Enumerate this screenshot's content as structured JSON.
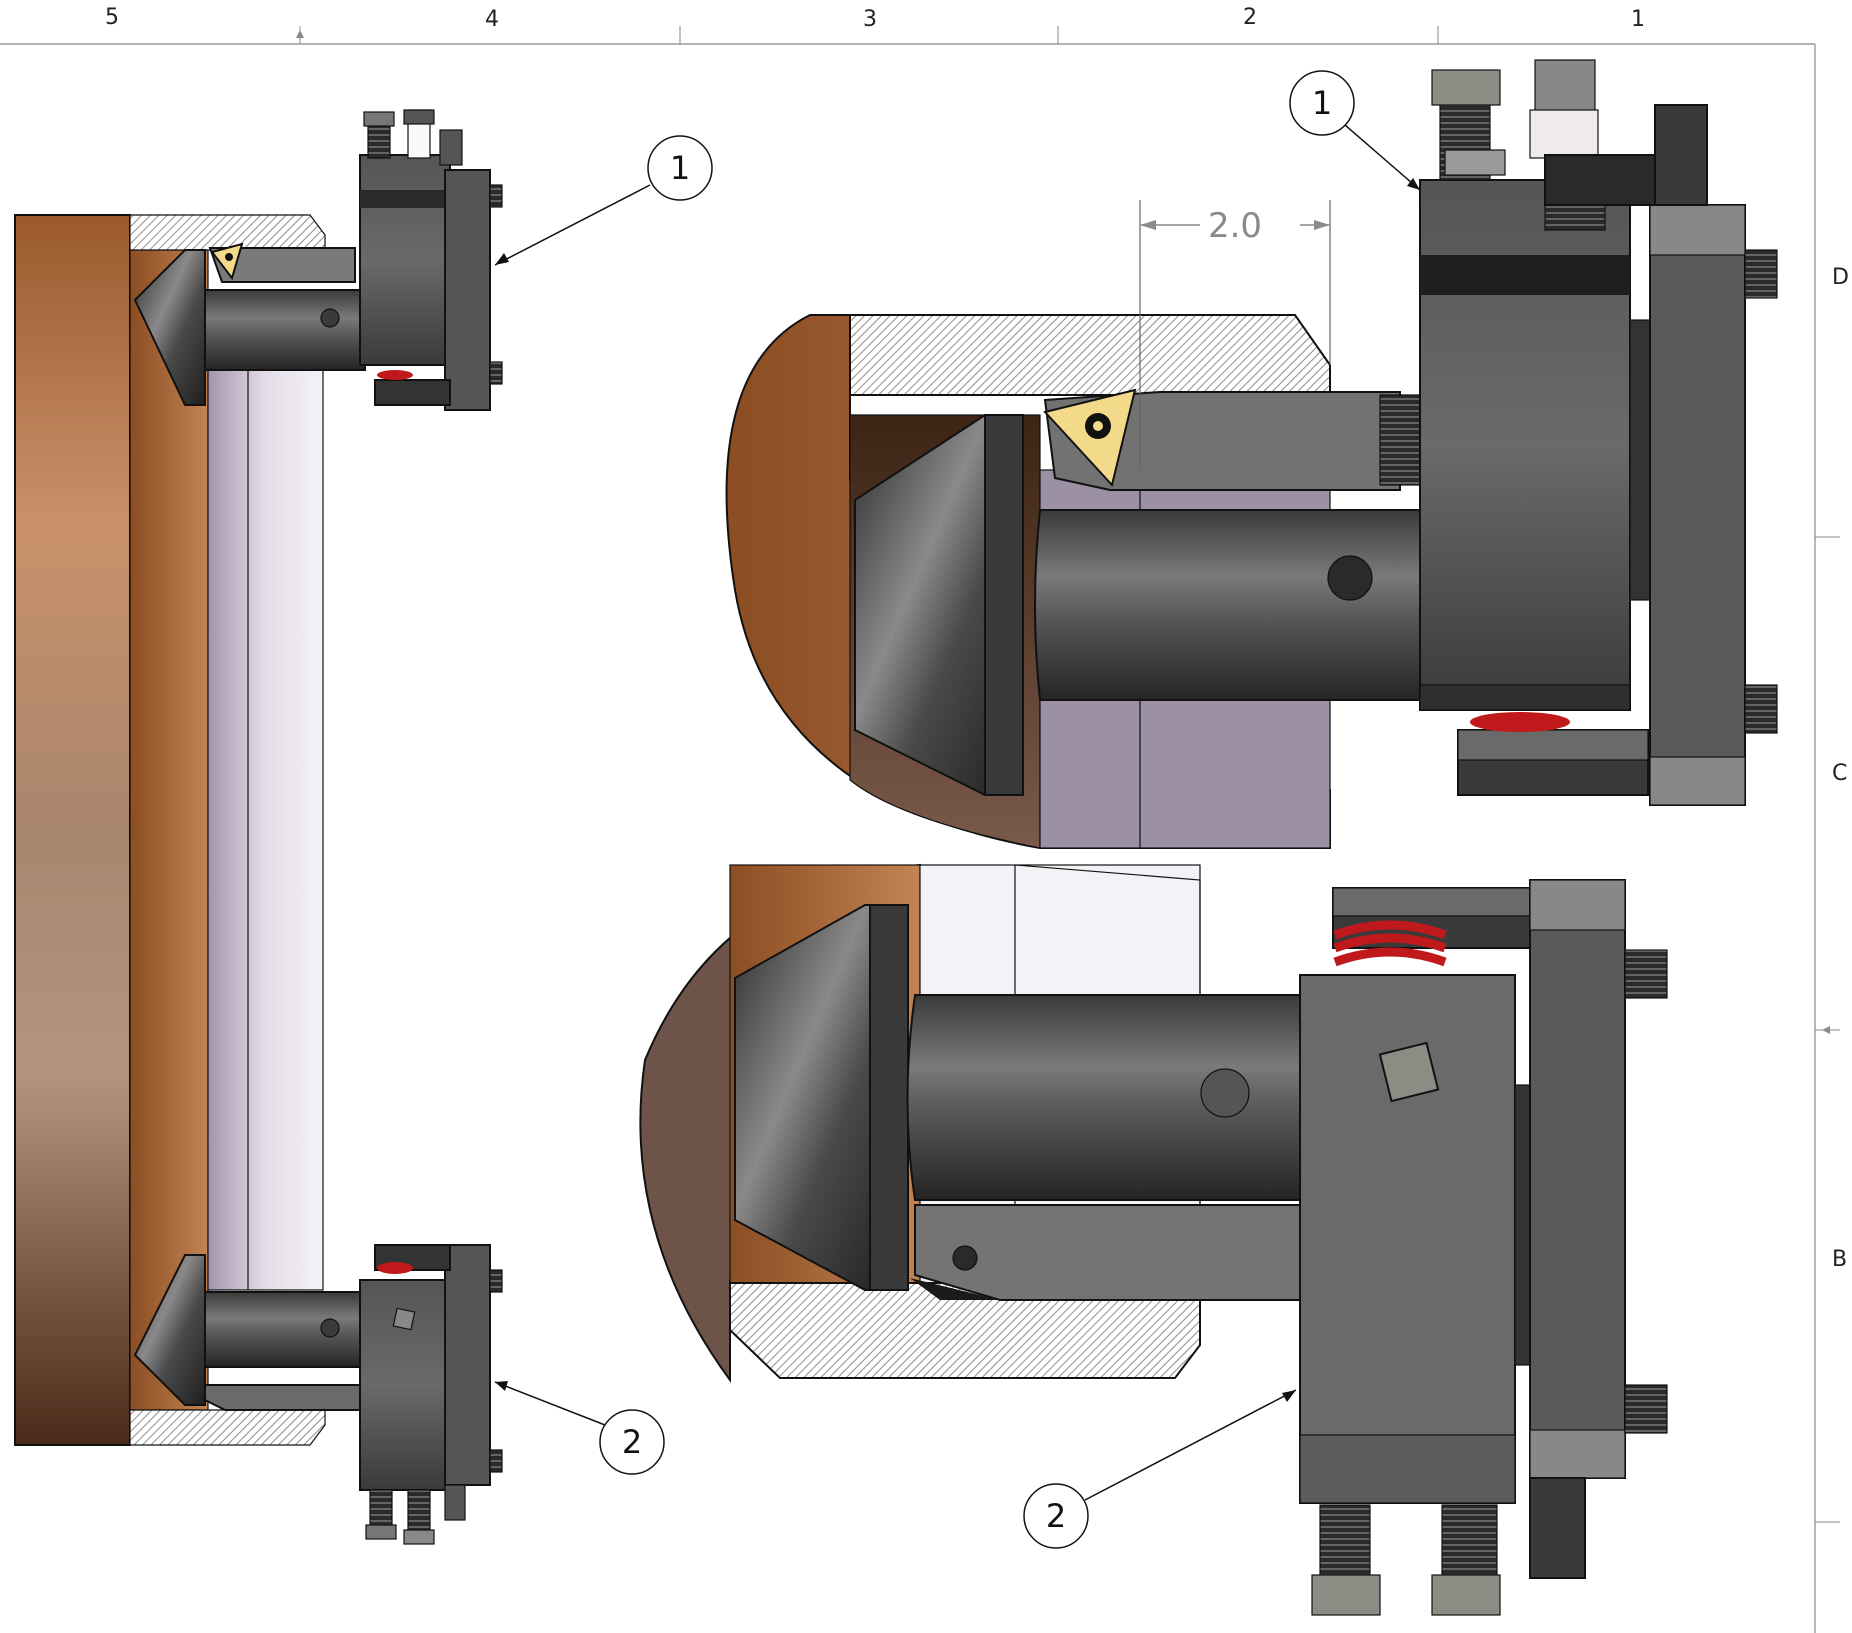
{
  "sheet": {
    "column_labels": [
      "5",
      "4",
      "3",
      "2",
      "1"
    ],
    "row_labels": [
      "D",
      "C",
      "B"
    ]
  },
  "balloons": {
    "left_top": "1",
    "left_bottom": "2",
    "right_top": "1",
    "right_bottom": "2"
  },
  "dimension": {
    "value": "2.0"
  },
  "colors": {
    "flange_copper": "#b5784a",
    "flange_dark": "#5c3420",
    "steel_dark": "#4a4a4a",
    "steel_mid": "#6c6c6c",
    "steel_light": "#9a9a9a",
    "insert_gold": "#f3d98a",
    "spring_red": "#c0191b",
    "pipe_lavender": "#b0a4b8",
    "hatch": "#9a9a9a"
  }
}
